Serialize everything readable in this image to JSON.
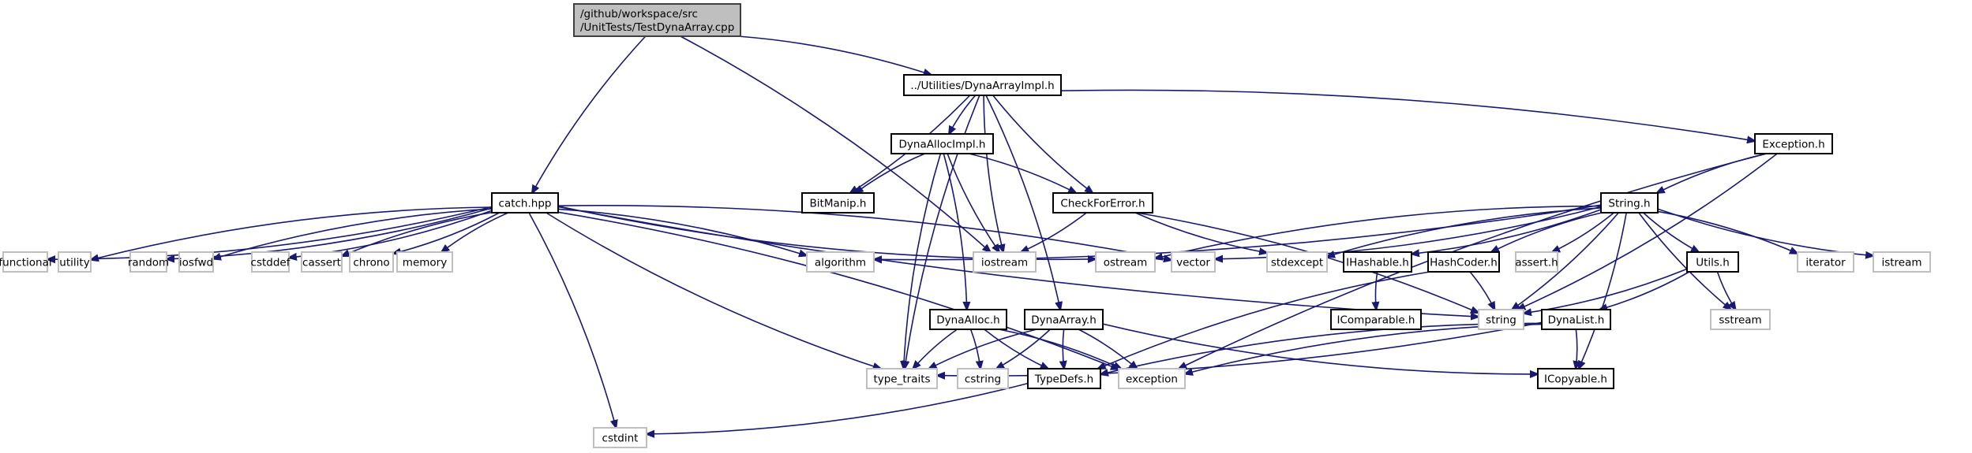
{
  "graph": {
    "title": "Include dependency graph for TestDynaArray.cpp",
    "edge_color": "#191970",
    "root_fill": "#bfbfbf",
    "local_border": "#000000",
    "system_border": "#bfbfbf",
    "nodes": [
      {
        "id": "root",
        "kind": "root",
        "lines": [
          "/github/workspace/src",
          "/UnitTests/TestDynaArray.cpp"
        ]
      },
      {
        "id": "dynaarrayimpl",
        "kind": "local",
        "lines": [
          "../Utilities/DynaArrayImpl.h"
        ]
      },
      {
        "id": "catch",
        "kind": "local",
        "lines": [
          "catch.hpp"
        ]
      },
      {
        "id": "dynaallocimpl",
        "kind": "local",
        "lines": [
          "DynaAllocImpl.h"
        ]
      },
      {
        "id": "bitmanip",
        "kind": "local",
        "lines": [
          "BitManip.h"
        ]
      },
      {
        "id": "checkforerror",
        "kind": "local",
        "lines": [
          "CheckForError.h"
        ]
      },
      {
        "id": "exceptionh",
        "kind": "local",
        "lines": [
          "Exception.h"
        ]
      },
      {
        "id": "stringh",
        "kind": "local",
        "lines": [
          "String.h"
        ]
      },
      {
        "id": "functional",
        "kind": "system",
        "lines": [
          "functional"
        ]
      },
      {
        "id": "utility",
        "kind": "system",
        "lines": [
          "utility"
        ]
      },
      {
        "id": "random",
        "kind": "system",
        "lines": [
          "random"
        ]
      },
      {
        "id": "iosfwd",
        "kind": "system",
        "lines": [
          "iosfwd"
        ]
      },
      {
        "id": "cstddef",
        "kind": "system",
        "lines": [
          "cstddef"
        ]
      },
      {
        "id": "cassert",
        "kind": "system",
        "lines": [
          "cassert"
        ]
      },
      {
        "id": "chrono",
        "kind": "system",
        "lines": [
          "chrono"
        ]
      },
      {
        "id": "memory",
        "kind": "system",
        "lines": [
          "memory"
        ]
      },
      {
        "id": "algorithm",
        "kind": "system",
        "lines": [
          "algorithm"
        ]
      },
      {
        "id": "iostream",
        "kind": "system",
        "lines": [
          "iostream"
        ]
      },
      {
        "id": "ostream",
        "kind": "system",
        "lines": [
          "ostream"
        ]
      },
      {
        "id": "vector",
        "kind": "system",
        "lines": [
          "vector"
        ]
      },
      {
        "id": "stdexcept",
        "kind": "system",
        "lines": [
          "stdexcept"
        ]
      },
      {
        "id": "ihashable",
        "kind": "local",
        "lines": [
          "IHashable.h"
        ]
      },
      {
        "id": "hashcoder",
        "kind": "local",
        "lines": [
          "HashCoder.h"
        ]
      },
      {
        "id": "asserth",
        "kind": "system",
        "lines": [
          "assert.h"
        ]
      },
      {
        "id": "utils",
        "kind": "local",
        "lines": [
          "Utils.h"
        ]
      },
      {
        "id": "iterator",
        "kind": "system",
        "lines": [
          "iterator"
        ]
      },
      {
        "id": "istream",
        "kind": "system",
        "lines": [
          "istream"
        ]
      },
      {
        "id": "dynaalloc",
        "kind": "local",
        "lines": [
          "DynaAlloc.h"
        ]
      },
      {
        "id": "dynaarray",
        "kind": "local",
        "lines": [
          "DynaArray.h"
        ]
      },
      {
        "id": "icomparable",
        "kind": "local",
        "lines": [
          "IComparable.h"
        ]
      },
      {
        "id": "string",
        "kind": "system",
        "lines": [
          "string"
        ]
      },
      {
        "id": "dynalist",
        "kind": "local",
        "lines": [
          "DynaList.h"
        ]
      },
      {
        "id": "sstream",
        "kind": "system",
        "lines": [
          "sstream"
        ]
      },
      {
        "id": "type_traits",
        "kind": "system",
        "lines": [
          "type_traits"
        ]
      },
      {
        "id": "cstring",
        "kind": "system",
        "lines": [
          "cstring"
        ]
      },
      {
        "id": "typedefs",
        "kind": "local",
        "lines": [
          "TypeDefs.h"
        ]
      },
      {
        "id": "exception",
        "kind": "system",
        "lines": [
          "exception"
        ]
      },
      {
        "id": "icopyable",
        "kind": "local",
        "lines": [
          "ICopyable.h"
        ]
      },
      {
        "id": "cstdint",
        "kind": "system",
        "lines": [
          "cstdint"
        ]
      }
    ],
    "edges": [
      [
        "root",
        "dynaarrayimpl"
      ],
      [
        "root",
        "catch"
      ],
      [
        "root",
        "iostream"
      ],
      [
        "dynaarrayimpl",
        "dynaallocimpl"
      ],
      [
        "dynaarrayimpl",
        "bitmanip"
      ],
      [
        "dynaarrayimpl",
        "checkforerror"
      ],
      [
        "dynaarrayimpl",
        "exceptionh"
      ],
      [
        "dynaarrayimpl",
        "iostream"
      ],
      [
        "dynaarrayimpl",
        "dynaarray"
      ],
      [
        "dynaarrayimpl",
        "type_traits"
      ],
      [
        "catch",
        "functional"
      ],
      [
        "catch",
        "utility"
      ],
      [
        "catch",
        "random"
      ],
      [
        "catch",
        "iosfwd"
      ],
      [
        "catch",
        "cstddef"
      ],
      [
        "catch",
        "cassert"
      ],
      [
        "catch",
        "chrono"
      ],
      [
        "catch",
        "memory"
      ],
      [
        "catch",
        "algorithm"
      ],
      [
        "catch",
        "ostream"
      ],
      [
        "catch",
        "vector"
      ],
      [
        "catch",
        "string"
      ],
      [
        "catch",
        "exception"
      ],
      [
        "catch",
        "type_traits"
      ],
      [
        "catch",
        "cstdint"
      ],
      [
        "dynaallocimpl",
        "bitmanip"
      ],
      [
        "dynaallocimpl",
        "checkforerror"
      ],
      [
        "dynaallocimpl",
        "iostream"
      ],
      [
        "dynaallocimpl",
        "dynaalloc"
      ],
      [
        "dynaallocimpl",
        "type_traits"
      ],
      [
        "checkforerror",
        "iostream"
      ],
      [
        "checkforerror",
        "stdexcept"
      ],
      [
        "checkforerror",
        "string"
      ],
      [
        "exceptionh",
        "stringh"
      ],
      [
        "exceptionh",
        "string"
      ],
      [
        "exceptionh",
        "exception"
      ],
      [
        "stringh",
        "algorithm"
      ],
      [
        "stringh",
        "ostream"
      ],
      [
        "stringh",
        "vector"
      ],
      [
        "stringh",
        "stdexcept"
      ],
      [
        "stringh",
        "ihashable"
      ],
      [
        "stringh",
        "hashcoder"
      ],
      [
        "stringh",
        "asserth"
      ],
      [
        "stringh",
        "utils"
      ],
      [
        "stringh",
        "iterator"
      ],
      [
        "stringh",
        "istream"
      ],
      [
        "stringh",
        "string"
      ],
      [
        "stringh",
        "sstream"
      ],
      [
        "stringh",
        "icopyable"
      ],
      [
        "ihashable",
        "icomparable"
      ],
      [
        "hashcoder",
        "string"
      ],
      [
        "hashcoder",
        "typedefs"
      ],
      [
        "utils",
        "string"
      ],
      [
        "utils",
        "sstream"
      ],
      [
        "utils",
        "dynalist"
      ],
      [
        "dynaalloc",
        "type_traits"
      ],
      [
        "dynaalloc",
        "cstring"
      ],
      [
        "dynaalloc",
        "typedefs"
      ],
      [
        "dynaalloc",
        "exception"
      ],
      [
        "dynaarray",
        "type_traits"
      ],
      [
        "dynaarray",
        "cstring"
      ],
      [
        "dynaarray",
        "typedefs"
      ],
      [
        "dynaarray",
        "exception"
      ],
      [
        "dynaarray",
        "icopyable"
      ],
      [
        "dynalist",
        "icopyable"
      ],
      [
        "dynalist",
        "typedefs"
      ],
      [
        "dynalist",
        "type_traits"
      ],
      [
        "dynalist",
        "exception"
      ],
      [
        "typedefs",
        "cstdint"
      ]
    ]
  }
}
